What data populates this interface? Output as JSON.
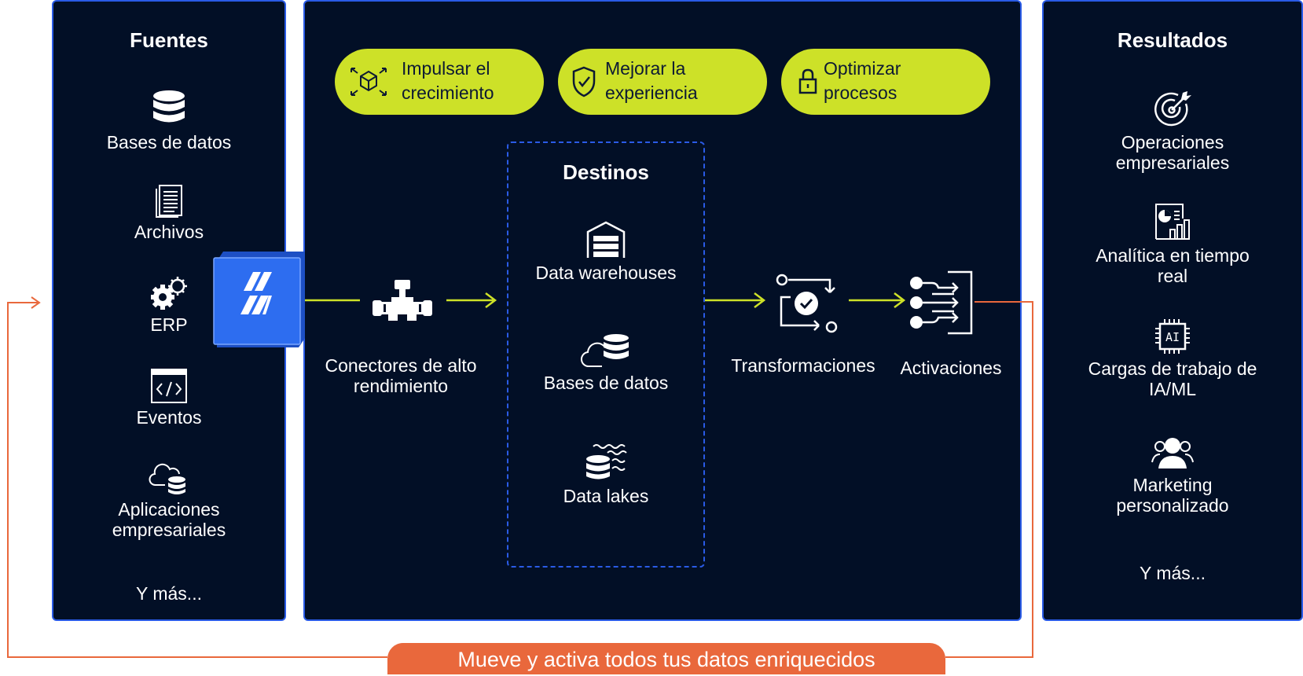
{
  "sources": {
    "title": "Fuentes",
    "items": [
      {
        "label": "Bases de datos",
        "icon": "database-icon"
      },
      {
        "label": "Archivos",
        "icon": "document-icon"
      },
      {
        "label": "ERP",
        "icon": "gears-icon"
      },
      {
        "label": "Eventos",
        "icon": "code-window-icon"
      },
      {
        "label": "Aplicaciones empresariales",
        "icon": "cloud-database-icon"
      }
    ],
    "more": "Y más..."
  },
  "goals": [
    {
      "label": "Impulsar el\ncrecimiento",
      "icon": "cube-expand-icon"
    },
    {
      "label": "Mejorar la\nexperiencia",
      "icon": "shield-check-icon"
    },
    {
      "label": "Optimizar\nprocesos",
      "icon": "lock-icon"
    }
  ],
  "connectors": {
    "label": "Conectores de alto\nrendimiento",
    "icon": "pipe-connector-icon"
  },
  "destinations": {
    "title": "Destinos",
    "items": [
      {
        "label": "Data warehouses",
        "icon": "warehouse-icon"
      },
      {
        "label": "Bases de datos",
        "icon": "cloud-database-icon"
      },
      {
        "label": "Data lakes",
        "icon": "data-lake-icon"
      }
    ]
  },
  "transformations": {
    "label": "Transformaciones",
    "icon": "transform-check-icon"
  },
  "activations": {
    "label": "Activaciones",
    "icon": "activation-icon"
  },
  "results": {
    "title": "Resultados",
    "items": [
      {
        "label": "Operaciones empresariales",
        "icon": "target-icon"
      },
      {
        "label": "Analítica en tiempo real",
        "icon": "report-chart-icon"
      },
      {
        "label": "Cargas de trabajo de IA/ML",
        "icon": "ai-chip-icon"
      },
      {
        "label": "Marketing personalizado",
        "icon": "users-icon"
      }
    ],
    "more": "Y más..."
  },
  "banner": "Mueve y activa todos tus datos enriquecidos",
  "colors": {
    "panel": "#020f26",
    "border": "#2a5be6",
    "accent": "#cde128",
    "loop": "#e9683c",
    "logo": "#2d6df0"
  }
}
